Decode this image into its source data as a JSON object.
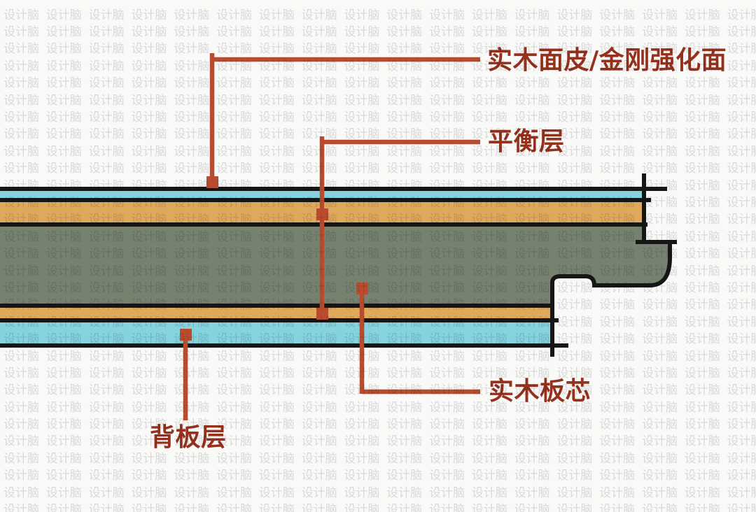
{
  "title": "engineered-wood-flooring-cross-section",
  "watermark": {
    "text": "设计脑",
    "rows": 30,
    "cols": 18
  },
  "labels": {
    "surface": "实木面皮/金刚强化面",
    "balance": "平衡层",
    "core": "实木板芯",
    "back": "背板层"
  },
  "layers": [
    {
      "name": "surface-veneer-layer",
      "label": "实木面皮/金刚强化面",
      "color": "#85D3DE"
    },
    {
      "name": "top-balance-layer",
      "label": "平衡层",
      "color": "#DFA95C"
    },
    {
      "name": "solid-wood-core-layer",
      "label": "实木板芯",
      "color": "#76816F"
    },
    {
      "name": "bottom-balance-layer",
      "label": "平衡层",
      "color": "#DFA95C"
    },
    {
      "name": "back-panel-layer",
      "label": "背板层",
      "color": "#85D3DE"
    }
  ],
  "colors": {
    "bg": "#F9F9F8",
    "watermark": "#DFDFDF",
    "outline": "#161616",
    "callout": "#B94C2E",
    "label": "#96311D",
    "veneer": "#85D3DE",
    "balance": "#DFA95C",
    "core": "#76816F",
    "back": "#85D3DE"
  }
}
